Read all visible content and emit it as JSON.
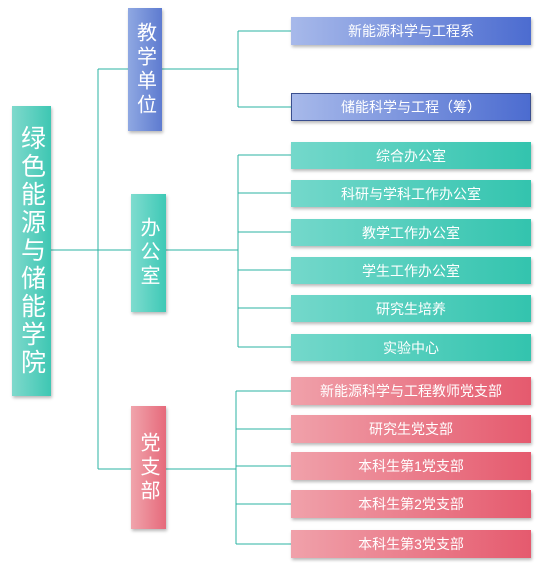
{
  "root": {
    "label": "绿色能源与储能学院"
  },
  "units": [
    {
      "label": "教学单位",
      "children": [
        "新能源科学与工程系",
        "储能科学与工程（筹）"
      ]
    },
    {
      "label": "办公室",
      "children": [
        "综合办公室",
        "科研与学科工作办公室",
        "教学工作办公室",
        "学生工作办公室",
        "研究生培养",
        "实验中心"
      ]
    },
    {
      "label": "党支部",
      "children": [
        "新能源科学与工程教师党支部",
        "研究生党支部",
        "本科生第1党支部",
        "本科生第2党支部",
        "本科生第3党支部"
      ]
    }
  ],
  "colors": {
    "connector": "#2bb3a3",
    "blue": "#5e7bd0",
    "teal": "#3ec9b6",
    "pink": "#e66a7b"
  }
}
